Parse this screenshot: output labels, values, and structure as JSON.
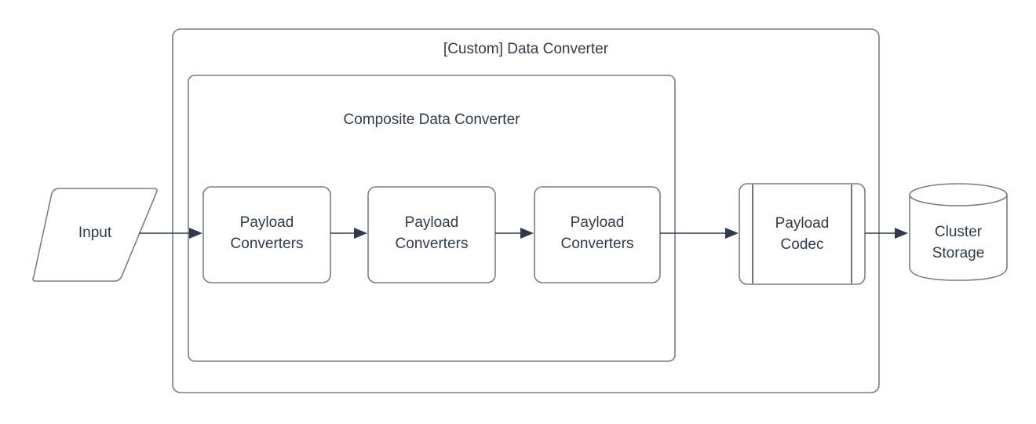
{
  "diagram": {
    "title": "[Custom] Data Converter",
    "type": "flow-diagram",
    "background_color": "#ffffff",
    "stroke_color": "#767e8e",
    "text_color": "#2f3b4a",
    "arrow_color": "#2f3b4a",
    "containers": [
      {
        "id": "custom-data-converter",
        "label": "[Custom] Data Converter",
        "shape": "rounded-rectangle"
      },
      {
        "id": "composite-data-converter",
        "label": "Composite Data Converter",
        "shape": "rounded-rectangle"
      }
    ],
    "nodes": [
      {
        "id": "input",
        "label": "Input",
        "shape": "parallelogram"
      },
      {
        "id": "payload-converters-1",
        "label_line1": "Payload",
        "label_line2": "Converters",
        "shape": "rounded-rectangle"
      },
      {
        "id": "payload-converters-2",
        "label_line1": "Payload",
        "label_line2": "Converters",
        "shape": "rounded-rectangle"
      },
      {
        "id": "payload-converters-3",
        "label_line1": "Payload",
        "label_line2": "Converters",
        "shape": "rounded-rectangle"
      },
      {
        "id": "payload-codec",
        "label_line1": "Payload",
        "label_line2": "Codec",
        "shape": "subroutine"
      },
      {
        "id": "cluster-storage",
        "label_line1": "Cluster",
        "label_line2": "Storage",
        "shape": "cylinder"
      }
    ],
    "edges": [
      {
        "from": "input",
        "to": "payload-converters-1",
        "style": "solid-arrow"
      },
      {
        "from": "payload-converters-1",
        "to": "payload-converters-2",
        "style": "solid-arrow"
      },
      {
        "from": "payload-converters-2",
        "to": "payload-converters-3",
        "style": "solid-arrow"
      },
      {
        "from": "payload-converters-3",
        "to": "payload-codec",
        "style": "solid-arrow"
      },
      {
        "from": "payload-codec",
        "to": "cluster-storage",
        "style": "solid-arrow"
      }
    ]
  }
}
